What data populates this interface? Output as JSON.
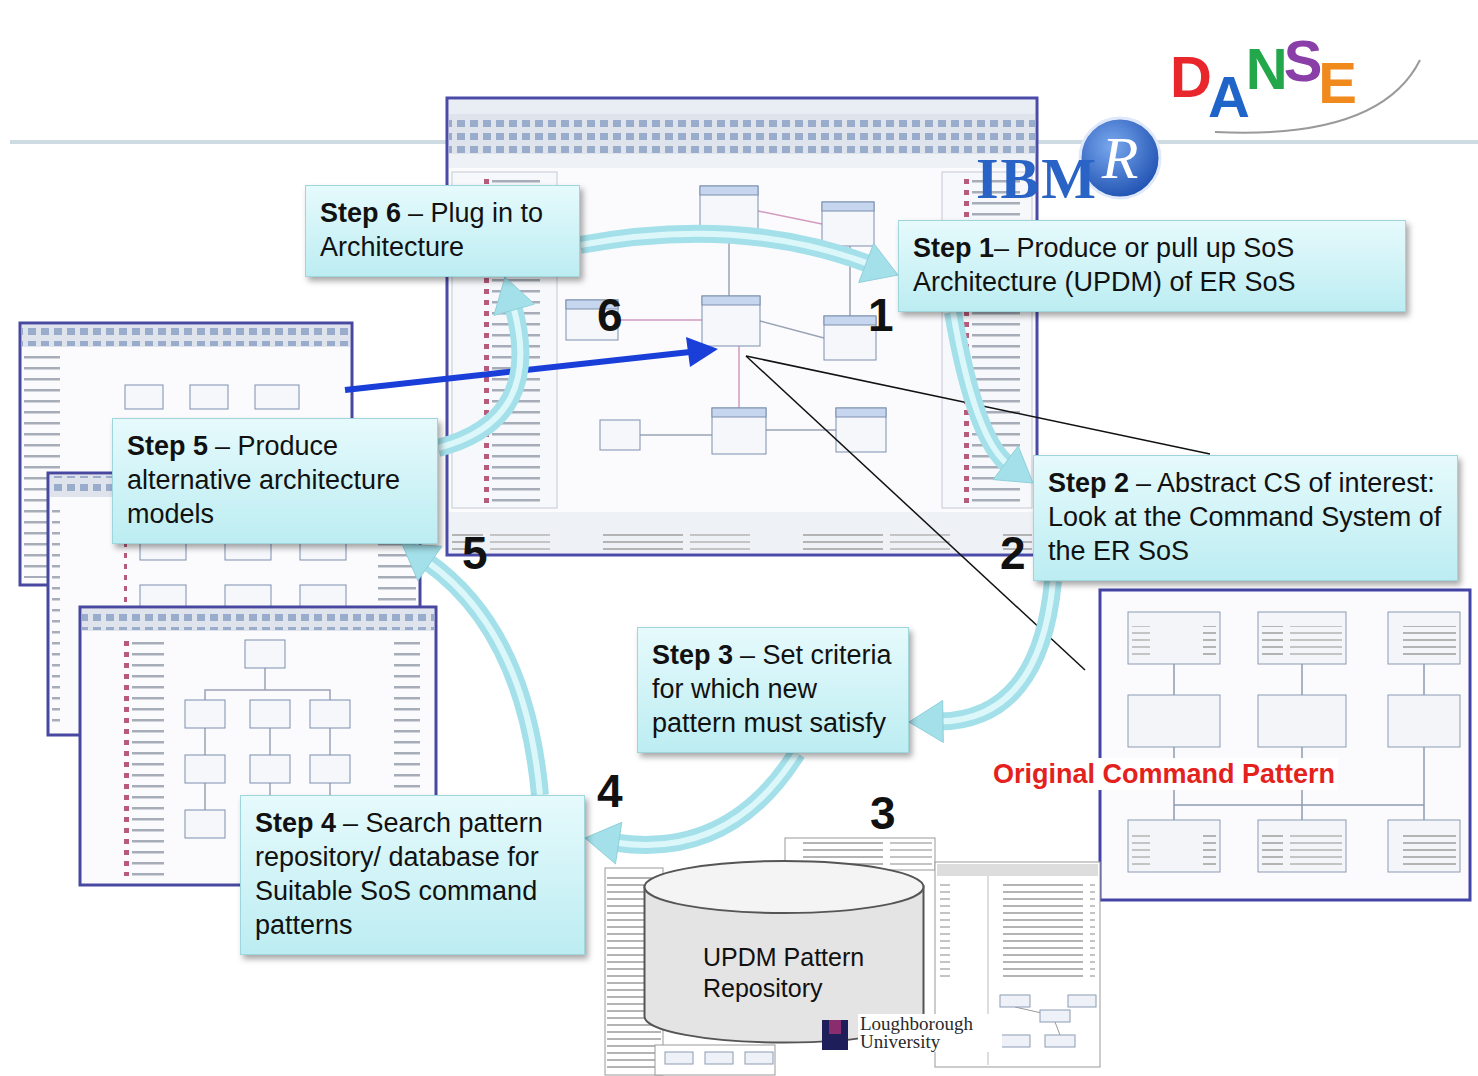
{
  "diagram": {
    "nodes": [
      {
        "text": [
          "Step 1",
          "– Produce or pull up SoS Architecture (UPDM) of ER SoS"
        ]
      },
      {
        "text": [
          "Step 2",
          "– Abstract CS of interest: Look at the Command System of the ER SoS"
        ]
      },
      {
        "text": [
          "Step 3",
          "– Set criteria for which new pattern must satisfy"
        ]
      },
      {
        "text": [
          "Step 4",
          "– Search pattern repository/ database for Suitable SoS command patterns"
        ]
      },
      {
        "text": [
          "Step 5",
          "– Produce alternative architecture models"
        ]
      },
      {
        "text": [
          "Step 6",
          "– Plug in to Architecture"
        ]
      },
      {
        "text": [
          "UPDM Pattern Repository"
        ]
      }
    ],
    "edges": [
      {
        "from": 0,
        "to": 1,
        "arrow": "to"
      },
      {
        "from": 1,
        "to": 2,
        "arrow": "to"
      },
      {
        "from": 2,
        "to": 3,
        "arrow": "to"
      },
      {
        "from": 3,
        "to": 4,
        "arrow": "to"
      },
      {
        "from": 4,
        "to": 5,
        "arrow": "to"
      },
      {
        "from": 5,
        "to": 0,
        "arrow": "to"
      }
    ],
    "labels": [
      "DANSE",
      "IBM",
      "R",
      "6",
      "1",
      "5",
      "2",
      "4",
      "3",
      "Original Command Pattern",
      "Loughborough University"
    ]
  }
}
